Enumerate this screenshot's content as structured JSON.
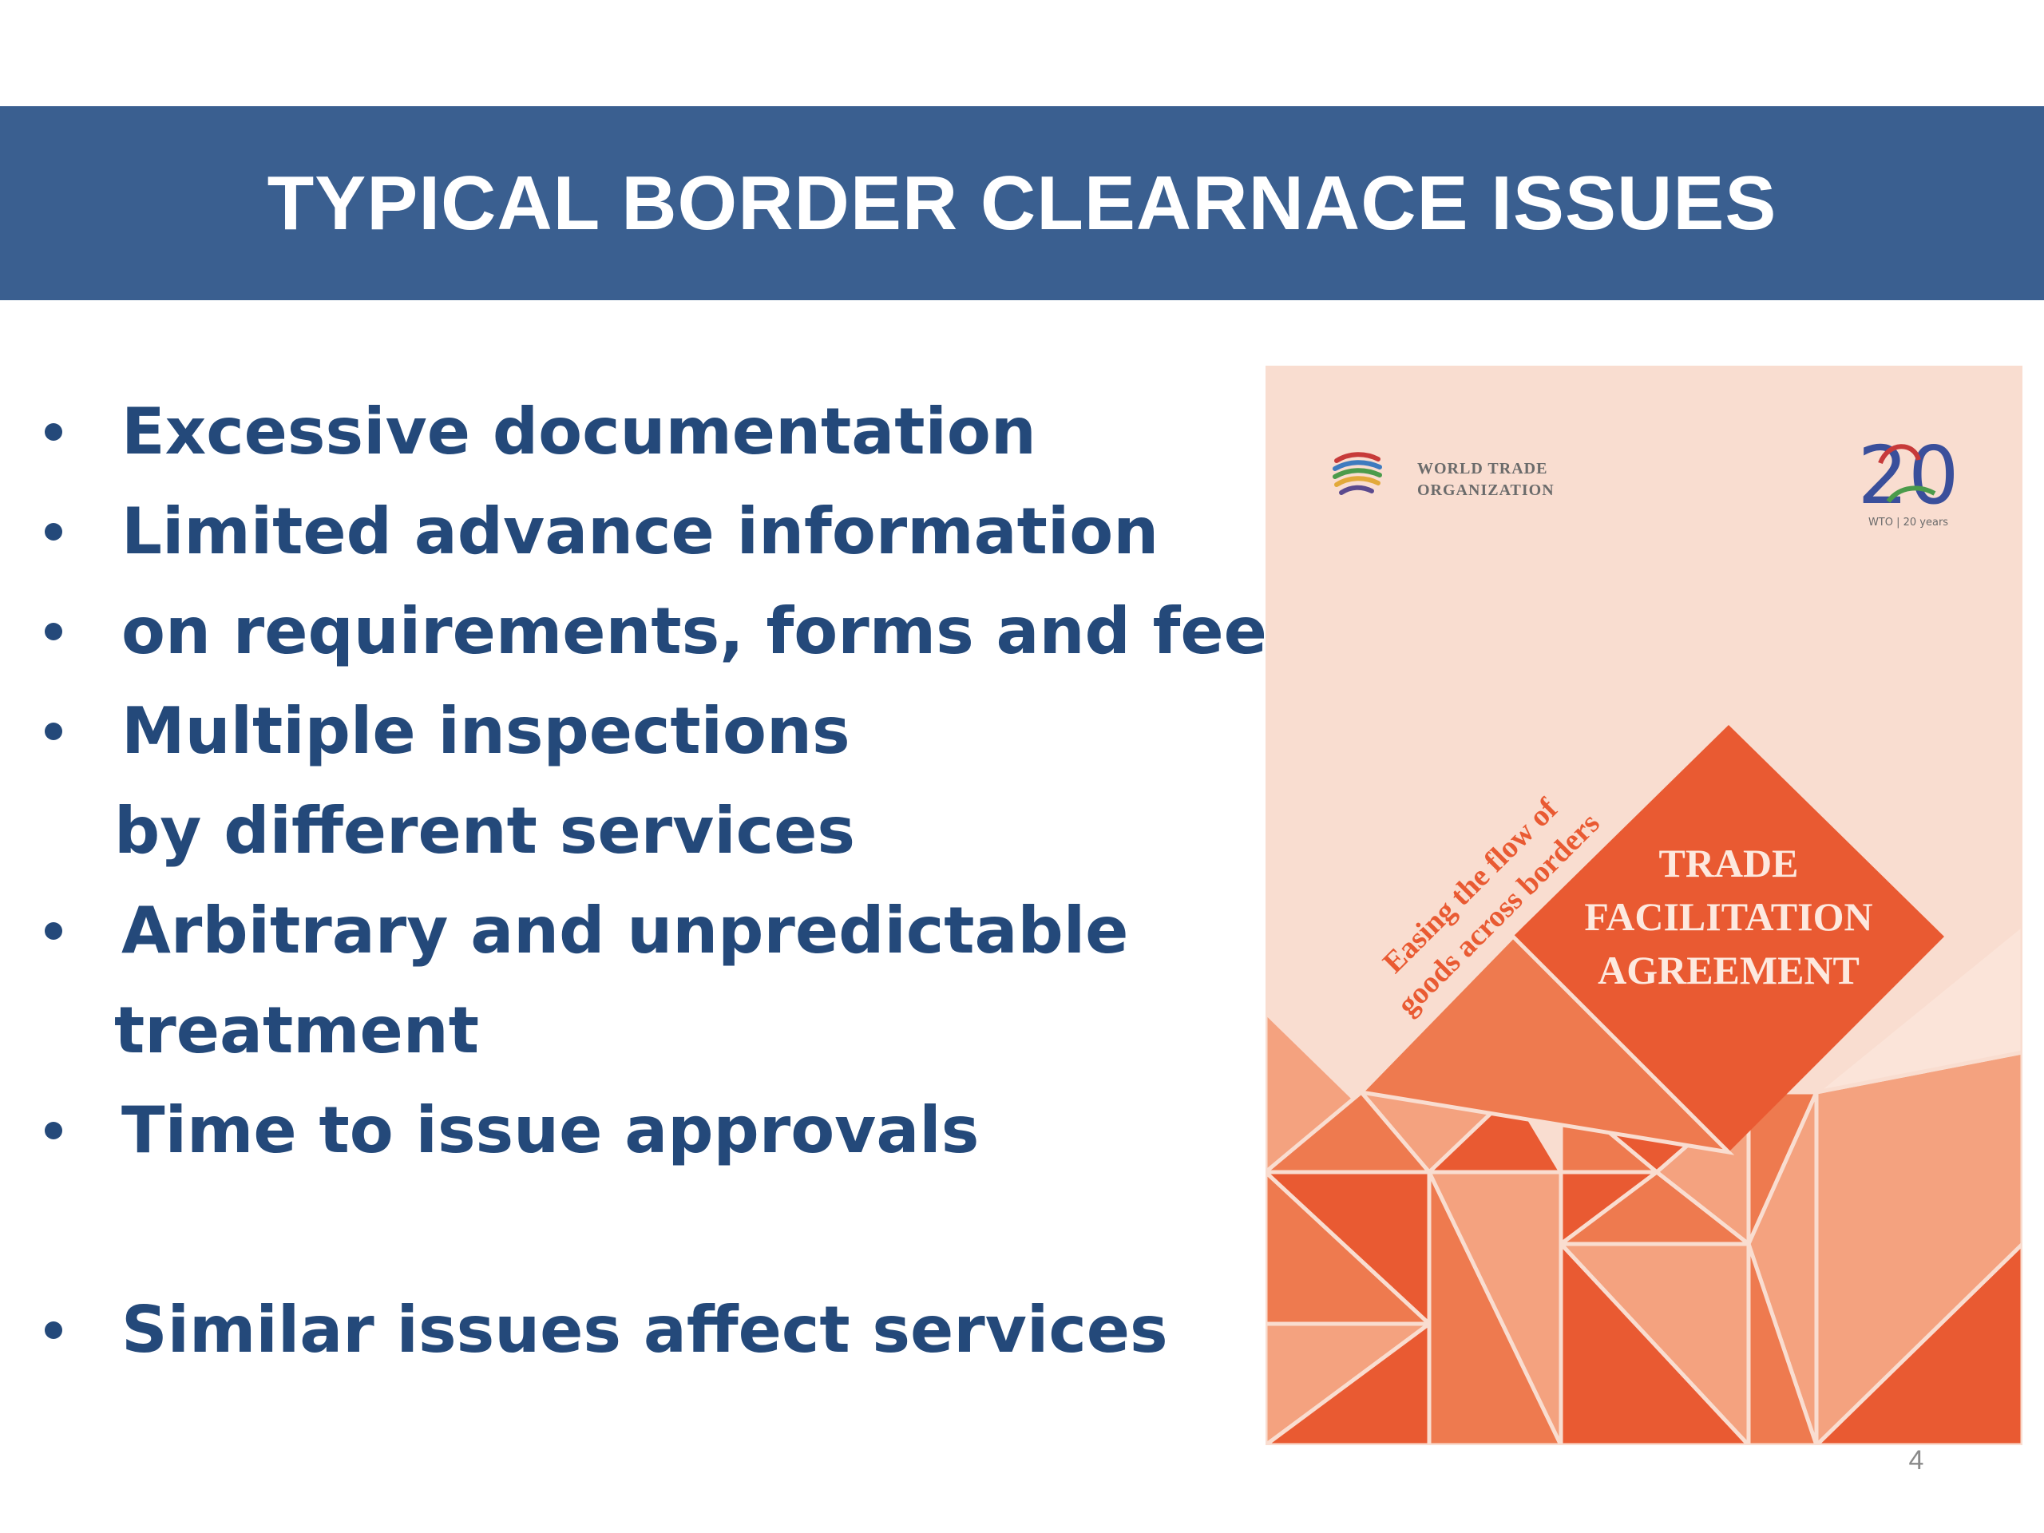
{
  "slide": {
    "title": "TYPICAL BORDER CLEARNACE ISSUES",
    "page_number": "4"
  },
  "bullets": [
    {
      "text": "Excessive documentation",
      "bullet": true
    },
    {
      "text": "Limited advance information",
      "bullet": true
    },
    {
      "text": "on requirements, forms and fees",
      "bullet": true
    },
    {
      "text": "Multiple inspections",
      "bullet": true
    },
    {
      "text": "by different services",
      "bullet": false
    },
    {
      "text": "Arbitrary and unpredictable",
      "bullet": true
    },
    {
      "text": "treatment",
      "bullet": false
    },
    {
      "text": "Time to issue approvals",
      "bullet": true
    },
    {
      "text": "Similar issues affect services",
      "bullet": true
    }
  ],
  "cover": {
    "org_line1": "WORLD TRADE",
    "org_line2": "ORGANIZATION",
    "anniversary_number": "20",
    "anniversary_caption": "WTO | 20 years",
    "tagline_line1": "Easing the flow of",
    "tagline_line2": "goods across borders",
    "title_line1": "TRADE",
    "title_line2": "FACILITATION",
    "title_line3": "AGREEMENT"
  },
  "colors": {
    "title_bar": "#3a5f90",
    "body_text": "#24497a",
    "cover_background": "#f9ddd0",
    "cover_orange": "#e95a32",
    "cover_light_orange": "#f4a27f"
  }
}
